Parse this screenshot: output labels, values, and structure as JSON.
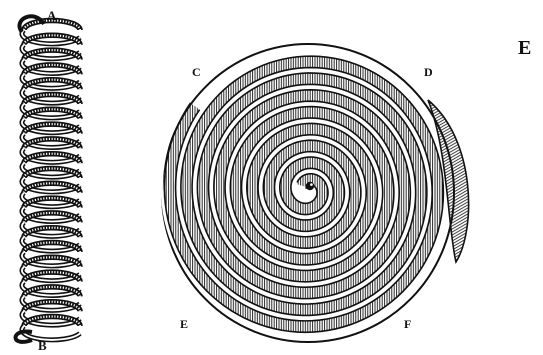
{
  "figure": {
    "labels": {
      "helix_top": "A",
      "helix_bottom": "B",
      "spiral_top_left": "C",
      "spiral_top_right": "D",
      "spiral_bottom_left": "E",
      "spiral_bottom_right": "F",
      "page_letter": "E"
    },
    "colors": {
      "ink": "#111111",
      "paper": "#ffffff"
    }
  }
}
